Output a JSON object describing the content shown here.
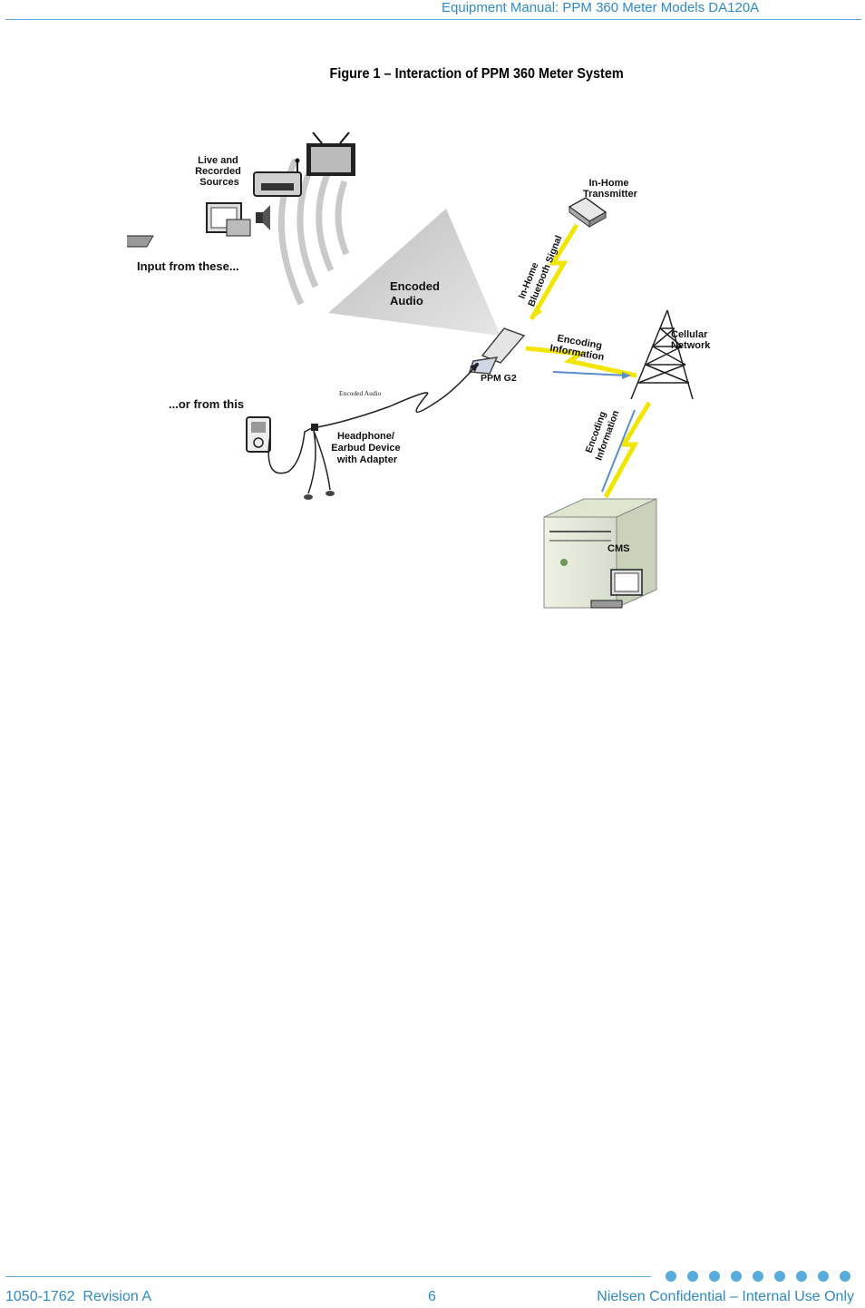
{
  "header": {
    "title": "Equipment Manual: PPM 360 Meter Models DA120A"
  },
  "figure": {
    "caption": "Figure 1 – Interaction of PPM 360 Meter System",
    "labels": {
      "live_sources": [
        "Live and",
        "Recorded",
        "Sources"
      ],
      "input_from": "Input from these...",
      "encoded_audio_wedge": [
        "Encoded",
        "Audio"
      ],
      "in_home_transmitter": [
        "In-Home",
        "Transmitter"
      ],
      "bluetooth_signal": [
        "In-Home",
        "Bluetooth Signal"
      ],
      "encoding_info_1": [
        "Encoding",
        "Information"
      ],
      "cellular_network": [
        "Cellular",
        "Network"
      ],
      "ppm": "PPM G2",
      "encoded_audio_small": "Encoded Audio",
      "or_from_this": "...or from this",
      "headphone": [
        "Headphone/",
        "Earbud Device",
        "with Adapter"
      ],
      "encoding_info_2": [
        "Encoding",
        "Information"
      ],
      "cms": "CMS"
    }
  },
  "footer": {
    "doc_number": "1050-1762  Revision A",
    "page_number": "6",
    "confidential": "Nielsen Confidential – Internal Use Only"
  },
  "colors": {
    "accent": "#2e8bc9",
    "lightning": "#f2e600"
  }
}
